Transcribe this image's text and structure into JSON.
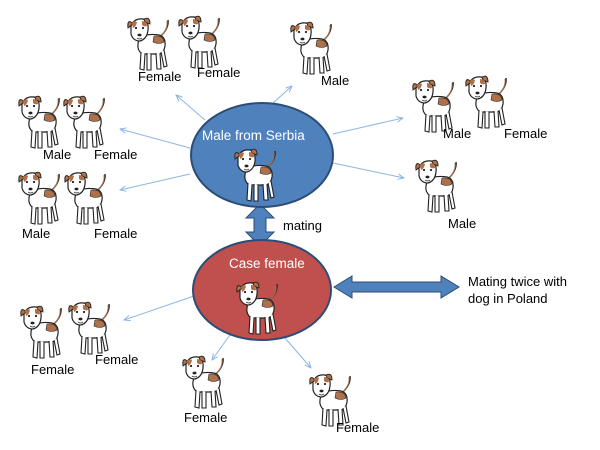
{
  "colors": {
    "sire_fill": "#4f81bd",
    "dam_fill": "#c0504d",
    "node_border": "#2c4d75",
    "connector_blue": "#4f81bd",
    "thin_arrow": "#8eb4e3",
    "dog_patch": "#b0714a",
    "dog_outline": "#222222"
  },
  "nodes": {
    "sire": {
      "label": "Male from Serbia",
      "icon": "dog-icon"
    },
    "dam": {
      "label": "Case female",
      "icon": "dog-icon"
    }
  },
  "links": {
    "mating_label": "mating",
    "poland_note": "Mating twice with dog in Poland"
  },
  "sire_offspring": [
    {
      "labels": [
        "Female",
        "Female"
      ]
    },
    {
      "labels": [
        "Male"
      ]
    },
    {
      "labels": [
        "Male",
        "Female"
      ]
    },
    {
      "labels": [
        "Male"
      ]
    },
    {
      "labels": [
        "Male",
        "Female"
      ]
    },
    {
      "labels": [
        "Male",
        "Female"
      ]
    }
  ],
  "dam_offspring": [
    {
      "labels": [
        "Female",
        "Female"
      ]
    },
    {
      "labels": [
        "Female"
      ]
    },
    {
      "labels": [
        "Female"
      ]
    }
  ]
}
